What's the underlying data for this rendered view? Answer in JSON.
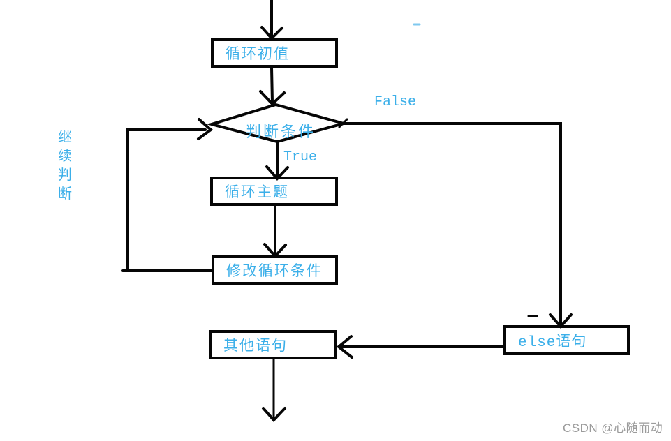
{
  "nodes": {
    "init": {
      "label": "循环初值"
    },
    "condition": {
      "label": "判断条件"
    },
    "body": {
      "label": "循环主题"
    },
    "update": {
      "label": "修改循环条件"
    },
    "other": {
      "label": "其他语句"
    },
    "else_branch": {
      "label": "else语句"
    }
  },
  "edge_labels": {
    "false_branch": {
      "text": "False"
    },
    "true_branch": {
      "text": "True"
    },
    "continue": {
      "text": "继续判断",
      "chars": [
        "继",
        "续",
        "判",
        "断"
      ]
    }
  },
  "watermark": {
    "text": "CSDN @心随而动"
  },
  "colors": {
    "line": "#060606",
    "accent_text": "#3bafe9",
    "watermark_text": "#9b9b9b",
    "background": "#ffffff"
  }
}
